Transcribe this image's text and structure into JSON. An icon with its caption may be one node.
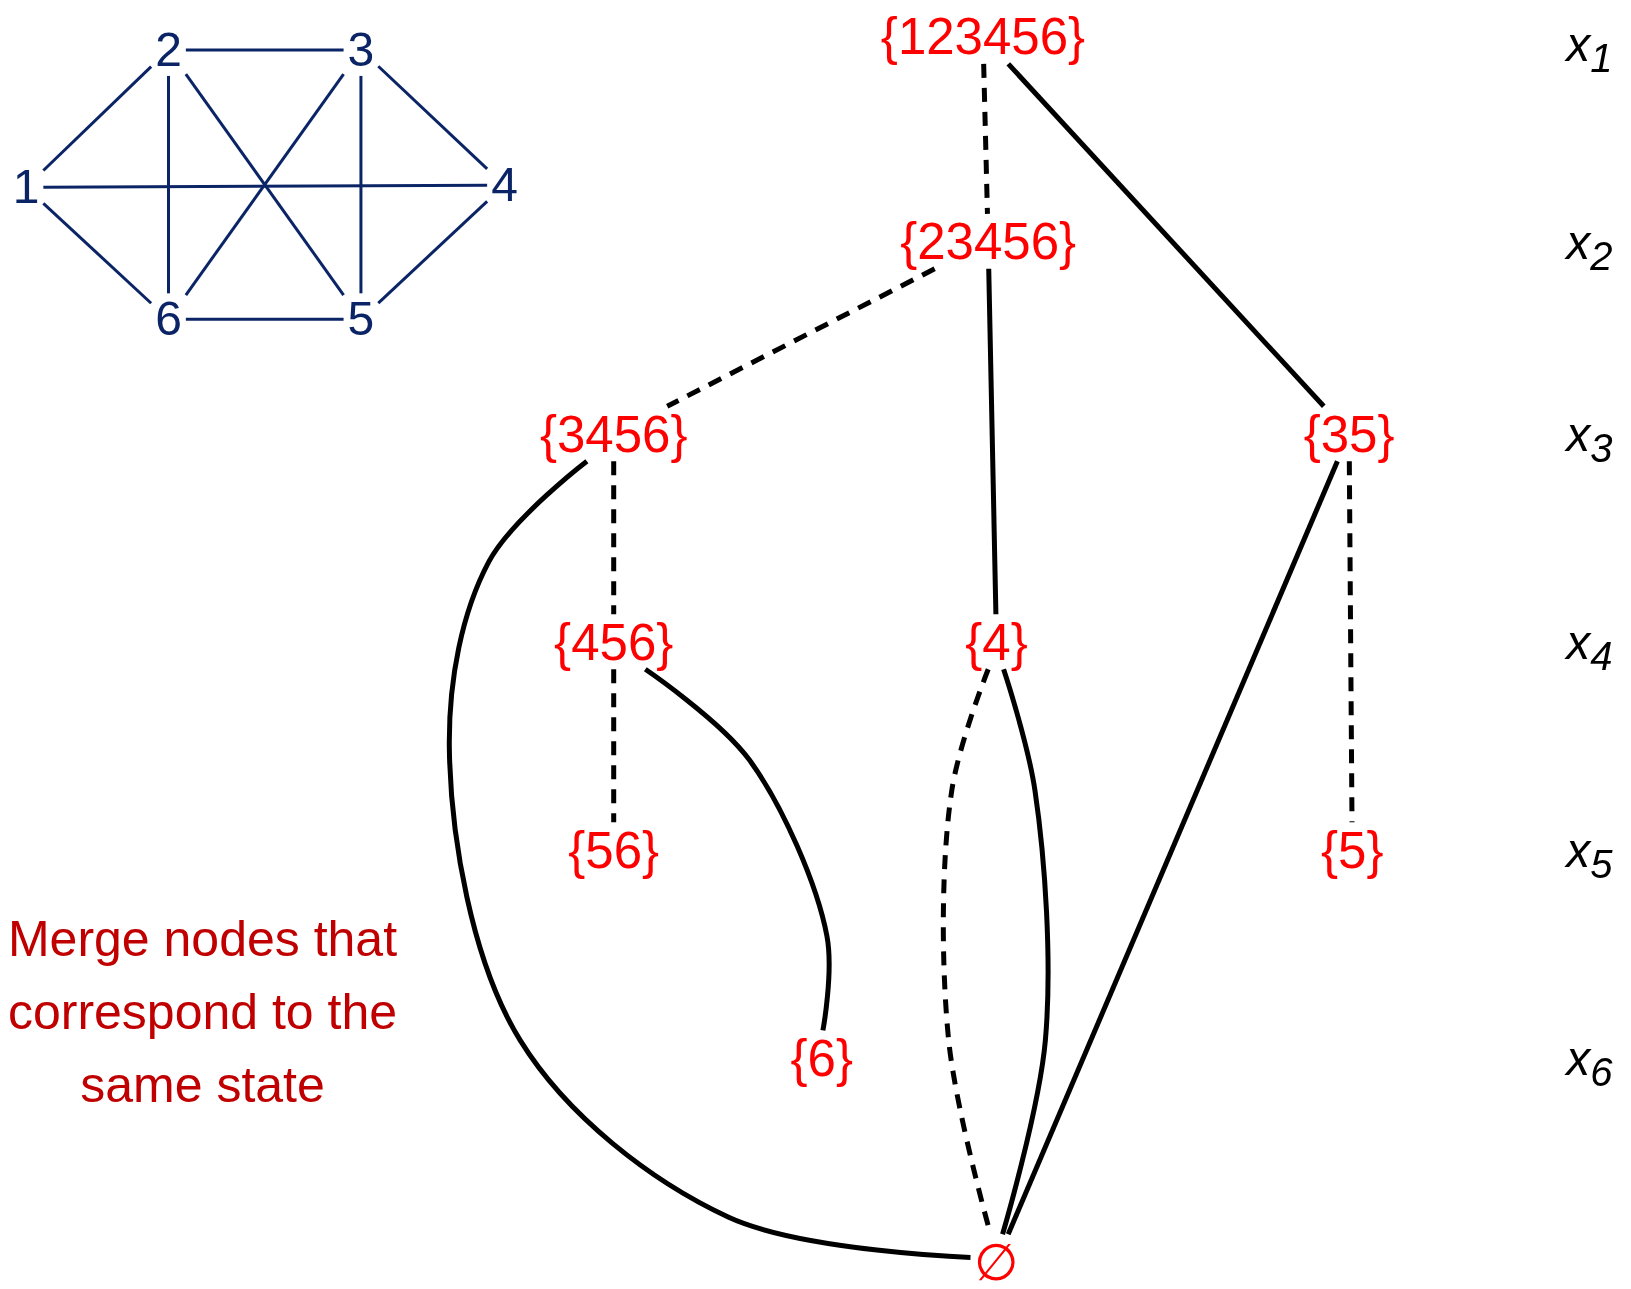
{
  "diagram": {
    "nodes": [
      {
        "text": [
          "1"
        ]
      },
      {
        "text": [
          "2"
        ]
      },
      {
        "text": [
          "3"
        ]
      },
      {
        "text": [
          "4"
        ]
      },
      {
        "text": [
          "5"
        ]
      },
      {
        "text": [
          "6"
        ]
      },
      {
        "text": [
          "{123456}"
        ]
      },
      {
        "text": [
          "{23456}"
        ]
      },
      {
        "text": [
          "{3456}"
        ]
      },
      {
        "text": [
          "{35}"
        ]
      },
      {
        "text": [
          "{456}"
        ]
      },
      {
        "text": [
          "{4}"
        ]
      },
      {
        "text": [
          "{56}"
        ]
      },
      {
        "text": [
          "{5}"
        ]
      },
      {
        "text": [
          "{6}"
        ]
      },
      {
        "text": [
          "∅"
        ]
      }
    ],
    "edges": [
      {
        "from": 1,
        "to": 2,
        "arrow": "none",
        "color": "#0b2466"
      },
      {
        "from": 0,
        "to": 1,
        "arrow": "none",
        "color": "#0b2466"
      },
      {
        "from": 0,
        "to": 3,
        "arrow": "none",
        "color": "#0b2466"
      },
      {
        "from": 0,
        "to": 5,
        "arrow": "none",
        "color": "#0b2466"
      },
      {
        "from": 1,
        "to": 5,
        "arrow": "none",
        "color": "#0b2466"
      },
      {
        "from": 1,
        "to": 4,
        "arrow": "none",
        "color": "#0b2466"
      },
      {
        "from": 2,
        "to": 5,
        "arrow": "none",
        "color": "#0b2466"
      },
      {
        "from": 2,
        "to": 3,
        "arrow": "none",
        "color": "#0b2466"
      },
      {
        "from": 2,
        "to": 4,
        "arrow": "none",
        "color": "#0b2466"
      },
      {
        "from": 3,
        "to": 4,
        "arrow": "none",
        "color": "#0b2466"
      },
      {
        "from": 5,
        "to": 4,
        "arrow": "none",
        "color": "#0b2466"
      },
      {
        "from": 6,
        "to": 7,
        "arrow": "none",
        "style": "dashed"
      },
      {
        "from": 6,
        "to": 9,
        "arrow": "none"
      },
      {
        "from": 7,
        "to": 8,
        "arrow": "none",
        "style": "dashed"
      },
      {
        "from": 7,
        "to": 11,
        "arrow": "none"
      },
      {
        "from": 8,
        "to": 10,
        "arrow": "none",
        "style": "dashed"
      },
      {
        "from": 8,
        "to": 15,
        "arrow": "none"
      },
      {
        "from": 9,
        "to": 13,
        "arrow": "none",
        "style": "dashed"
      },
      {
        "from": 9,
        "to": 15,
        "arrow": "none"
      },
      {
        "from": 10,
        "to": 12,
        "arrow": "none",
        "style": "dashed"
      },
      {
        "from": 10,
        "to": 14,
        "arrow": "none"
      },
      {
        "from": 11,
        "to": 15,
        "arrow": "none",
        "style": "dashed"
      },
      {
        "from": 11,
        "to": 15,
        "arrow": "none"
      }
    ],
    "labels": [
      "x$_{1}$",
      "x$_{2}$",
      "x$_{3}$",
      "x$_{4}$",
      "x$_{5}$",
      "x$_{6}$",
      "Merge nodes that correspond to the same state"
    ]
  }
}
